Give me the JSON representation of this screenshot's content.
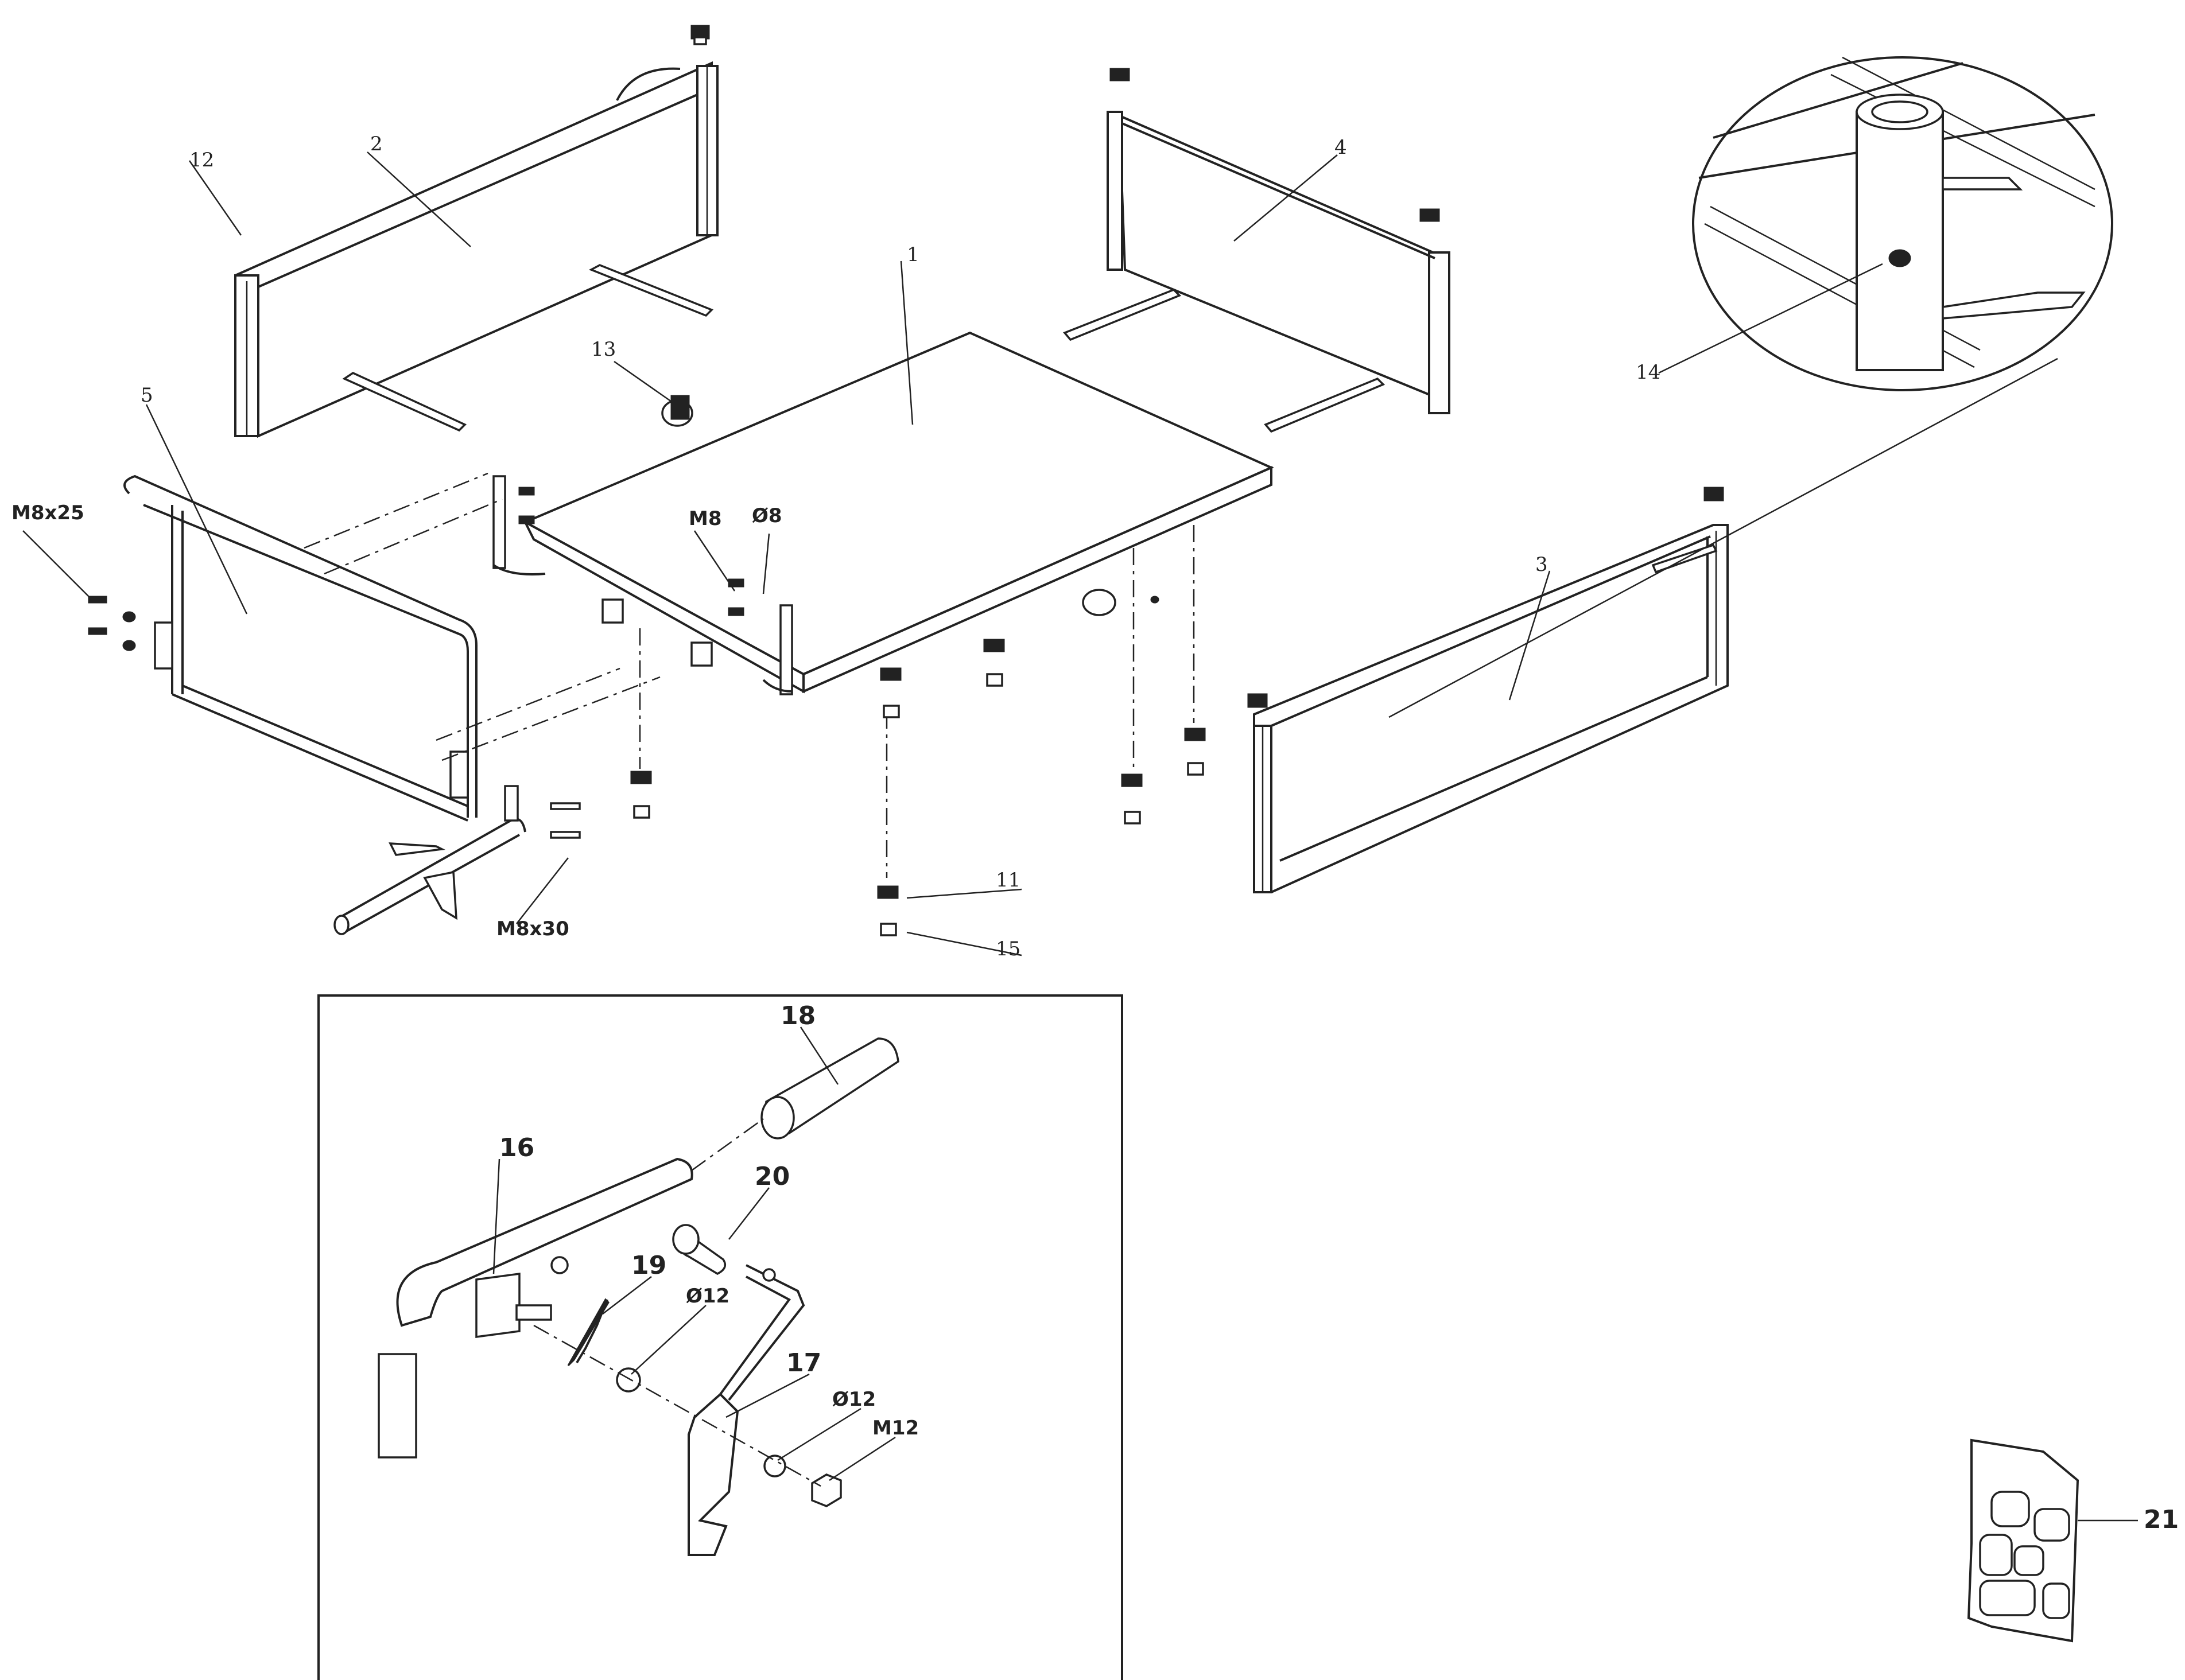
{
  "labels": {
    "n1": "1",
    "n2": "2",
    "n3": "3",
    "n4": "4",
    "n5": "5",
    "n11": "11",
    "n12": "12",
    "n13": "13",
    "n14": "14",
    "n15": "15",
    "n16": "16",
    "n17": "17",
    "n18": "18",
    "n19": "19",
    "n20": "20",
    "n21": "21",
    "m8x25": "M8x25",
    "m8x30": "M8x30",
    "m8": "M8",
    "d8": "Ø8",
    "d12a": "Ø12",
    "d12b": "Ø12",
    "m12": "M12"
  }
}
